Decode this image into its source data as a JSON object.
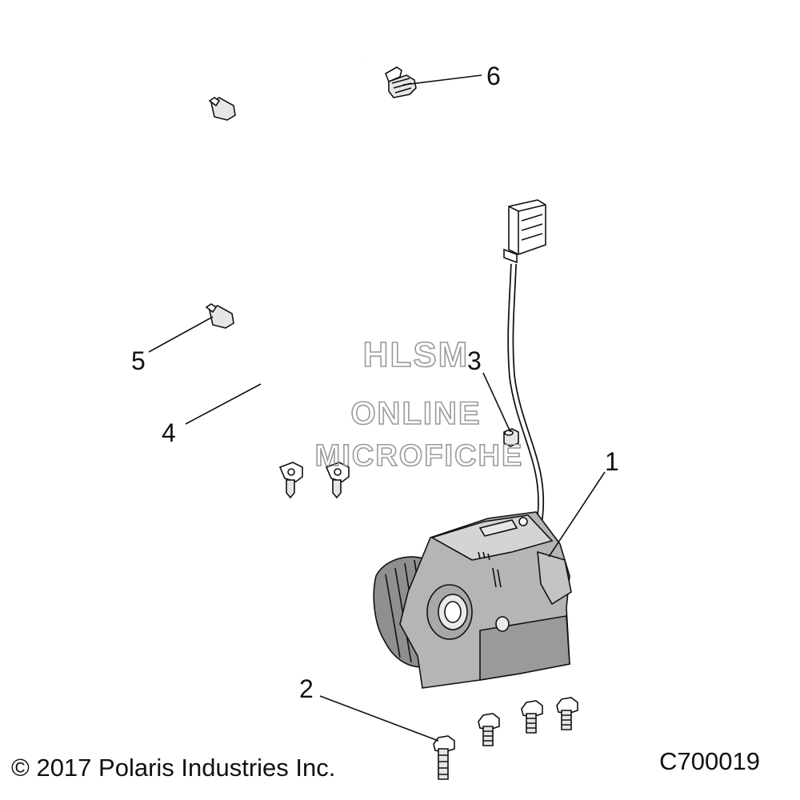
{
  "callouts": [
    {
      "id": "1",
      "label": "1"
    },
    {
      "id": "2",
      "label": "2"
    },
    {
      "id": "3",
      "label": "3"
    },
    {
      "id": "4",
      "label": "4"
    },
    {
      "id": "5",
      "label": "5"
    },
    {
      "id": "6",
      "label": "6"
    }
  ],
  "watermark": {
    "line1": "HLSM",
    "line2": "ONLINE",
    "line3": "MICROFICHE"
  },
  "footer": {
    "copyright": "© 2017 Polaris Industries Inc.",
    "diagram_code": "C700019"
  },
  "colors": {
    "line": "#111111",
    "housing_dark": "#8f8f8f",
    "housing_mid": "#b5b5b5",
    "housing_light": "#d4d4d4",
    "watermark": "#9a9a9a"
  }
}
